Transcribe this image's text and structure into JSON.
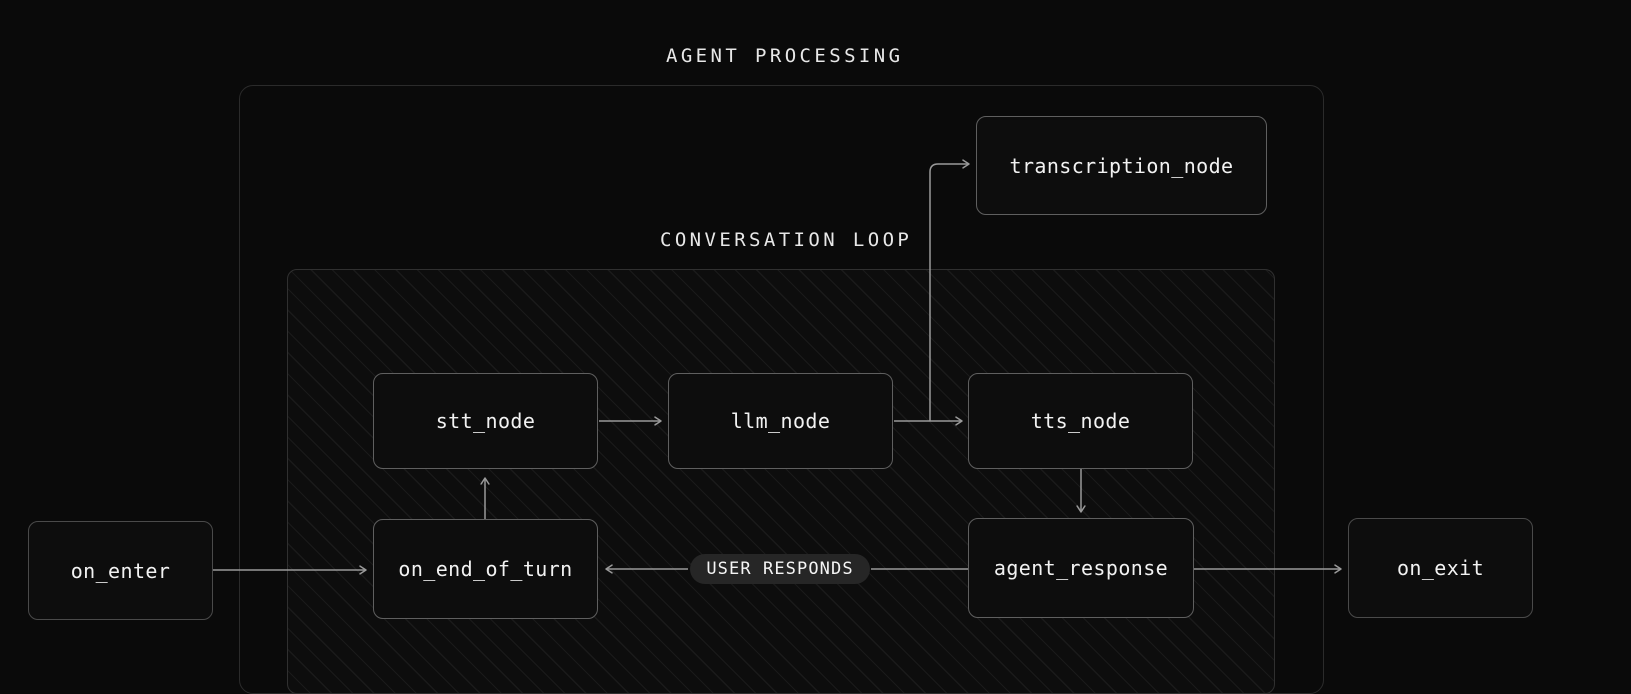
{
  "diagram": {
    "type": "flowchart",
    "background_color": "#0a0a0a",
    "edge_color": "#9a9a9a",
    "node_border_color": "#5f5f5f",
    "node_fill_color": "#0d0d0d",
    "text_color": "#f2f2f2",
    "pill_color": "#262626"
  },
  "groups": [
    {
      "id": "agent-processing",
      "title": "AGENT PROCESSING",
      "style": "plain"
    },
    {
      "id": "conversation-loop",
      "title": "CONVERSATION LOOP",
      "style": "hatched"
    }
  ],
  "nodes": [
    {
      "id": "on_enter",
      "label": "on_enter"
    },
    {
      "id": "transcription_node",
      "label": "transcription_node"
    },
    {
      "id": "stt_node",
      "label": "stt_node"
    },
    {
      "id": "llm_node",
      "label": "llm_node"
    },
    {
      "id": "tts_node",
      "label": "tts_node"
    },
    {
      "id": "on_end_of_turn",
      "label": "on_end_of_turn"
    },
    {
      "id": "agent_response",
      "label": "agent_response"
    },
    {
      "id": "on_exit",
      "label": "on_exit"
    }
  ],
  "edge_labels": [
    {
      "id": "user-responds",
      "label": "USER RESPONDS"
    }
  ],
  "edges": [
    {
      "from": "on_enter",
      "to": "on_end_of_turn",
      "label": ""
    },
    {
      "from": "on_end_of_turn",
      "to": "stt_node",
      "label": ""
    },
    {
      "from": "stt_node",
      "to": "llm_node",
      "label": ""
    },
    {
      "from": "llm_node",
      "to": "tts_node",
      "label": ""
    },
    {
      "from": "llm_node",
      "to": "transcription_node",
      "label": ""
    },
    {
      "from": "tts_node",
      "to": "agent_response",
      "label": ""
    },
    {
      "from": "agent_response",
      "to": "on_end_of_turn",
      "label": "USER RESPONDS"
    },
    {
      "from": "agent_response",
      "to": "on_exit",
      "label": ""
    }
  ]
}
